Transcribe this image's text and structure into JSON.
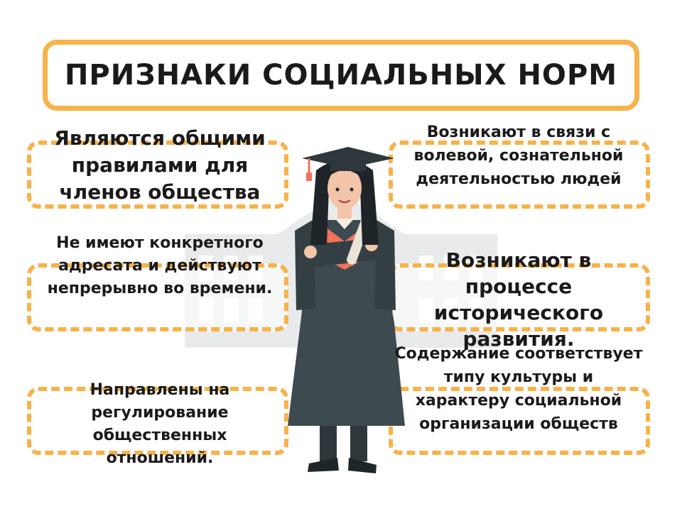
{
  "title": "ПРИЗНАКИ СОЦИАЛЬНЫХ НОРМ",
  "left_items": [
    "Являются общими правилами для членов общества",
    "Не имеют конкретного адресата и действуют непрерывно во времени.",
    "Направлены на регулирование общественных отношений."
  ],
  "right_items": [
    "Возникают в связи с волевой, сознательной деятельностью людей",
    "Возникают в процессе исторического развития.",
    "Содержание соответствует типу культуры и характеру социальной организации обществ"
  ],
  "colors": {
    "accent": "#f7b24a",
    "gown": "#3d4a50",
    "stole": "#f0735a",
    "text": "#1a1a1a"
  },
  "illustration": {
    "figure": "graduate-student-icon",
    "background": "university-building-icon"
  }
}
